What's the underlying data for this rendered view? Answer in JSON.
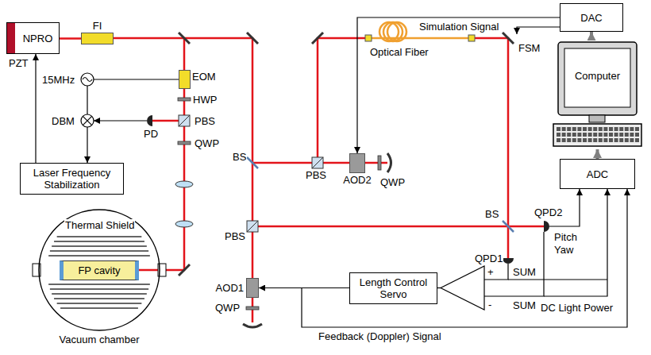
{
  "diagram": {
    "nodes": [
      {
        "text": [
          "NPRO"
        ]
      },
      {
        "text": [
          "FI"
        ]
      },
      {
        "text": [
          "DAC"
        ]
      },
      {
        "text": [
          "Computer"
        ]
      },
      {
        "text": [
          "EOM"
        ]
      },
      {
        "text": [
          "Laser Frequency Stabilization"
        ]
      },
      {
        "text": [
          "AOD2"
        ]
      },
      {
        "text": [
          "ADC"
        ]
      },
      {
        "text": [
          "Vacuum chamber"
        ]
      },
      {
        "text": [
          "FP cavity"
        ],
        "in": 8
      },
      {
        "text": [
          "AOD1"
        ]
      },
      {
        "text": [
          "Length Control Servo"
        ]
      }
    ],
    "edges": [
      {
        "from": 0,
        "to": 1,
        "arrow": "none"
      },
      {
        "from": 5,
        "to": 0,
        "arrow": "to"
      },
      {
        "from": 2,
        "to": 6,
        "label": "Simulation Signal",
        "arrow": "to"
      },
      {
        "from": 3,
        "to": 2,
        "arrow": "to"
      },
      {
        "from": 7,
        "to": 3,
        "arrow": "to"
      },
      {
        "from": 11,
        "to": 10,
        "arrow": "to"
      },
      {
        "from": 11,
        "to": 7,
        "label": "Feedback (Doppler) Signal",
        "arrow": "to"
      }
    ],
    "labels": [
      "PZT",
      "15MHz",
      "DBM",
      "PD",
      "HWP",
      "PBS",
      "QWP",
      "BS",
      "PBS",
      "QWP",
      "Optical Fiber",
      "FSM",
      "PBS",
      "BS",
      "QPD2",
      "Pitch",
      "Yaw",
      "QPD1",
      "SUM",
      "+",
      "-",
      "SUM",
      "DC Light Power",
      "Thermal Shield",
      "QWP"
    ]
  }
}
